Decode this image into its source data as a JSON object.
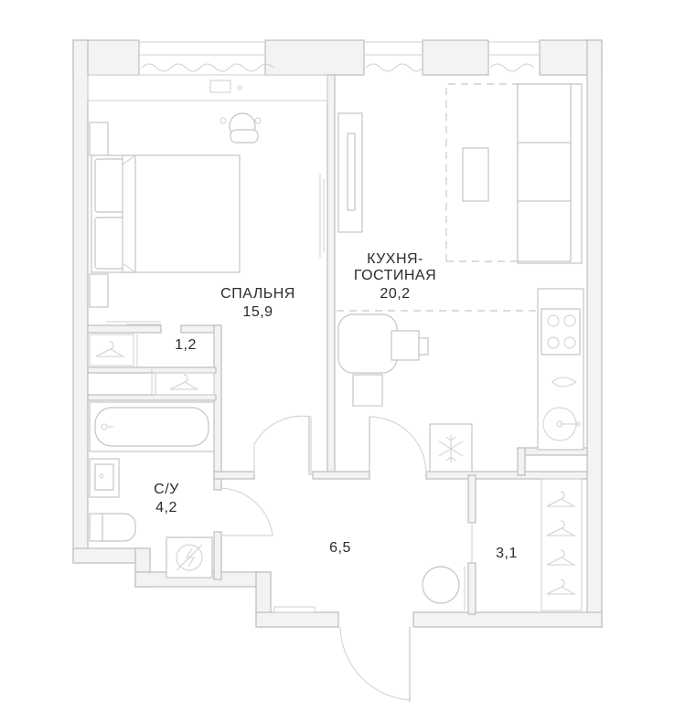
{
  "plan": {
    "rooms": {
      "bedroom": {
        "name": "СПАЛЬНЯ",
        "area": "15,9"
      },
      "kitchen_living": {
        "name_line1": "КУХНЯ-",
        "name_line2": "ГОСТИНАЯ",
        "area": "20,2"
      },
      "closet_small": {
        "area": "1,2"
      },
      "bathroom": {
        "name": "С/У",
        "area": "4,2"
      },
      "hall": {
        "area": "6,5"
      },
      "wardrobe": {
        "area": "3,1"
      }
    },
    "colors": {
      "wall_fill": "#f3f3f3",
      "line": "#c4c4c4",
      "text": "#2b2b2b"
    },
    "icons": [
      "hanger-icon",
      "snowflake-icon",
      "electrical-panel-icon",
      "stove-icon",
      "sink-icon"
    ]
  }
}
